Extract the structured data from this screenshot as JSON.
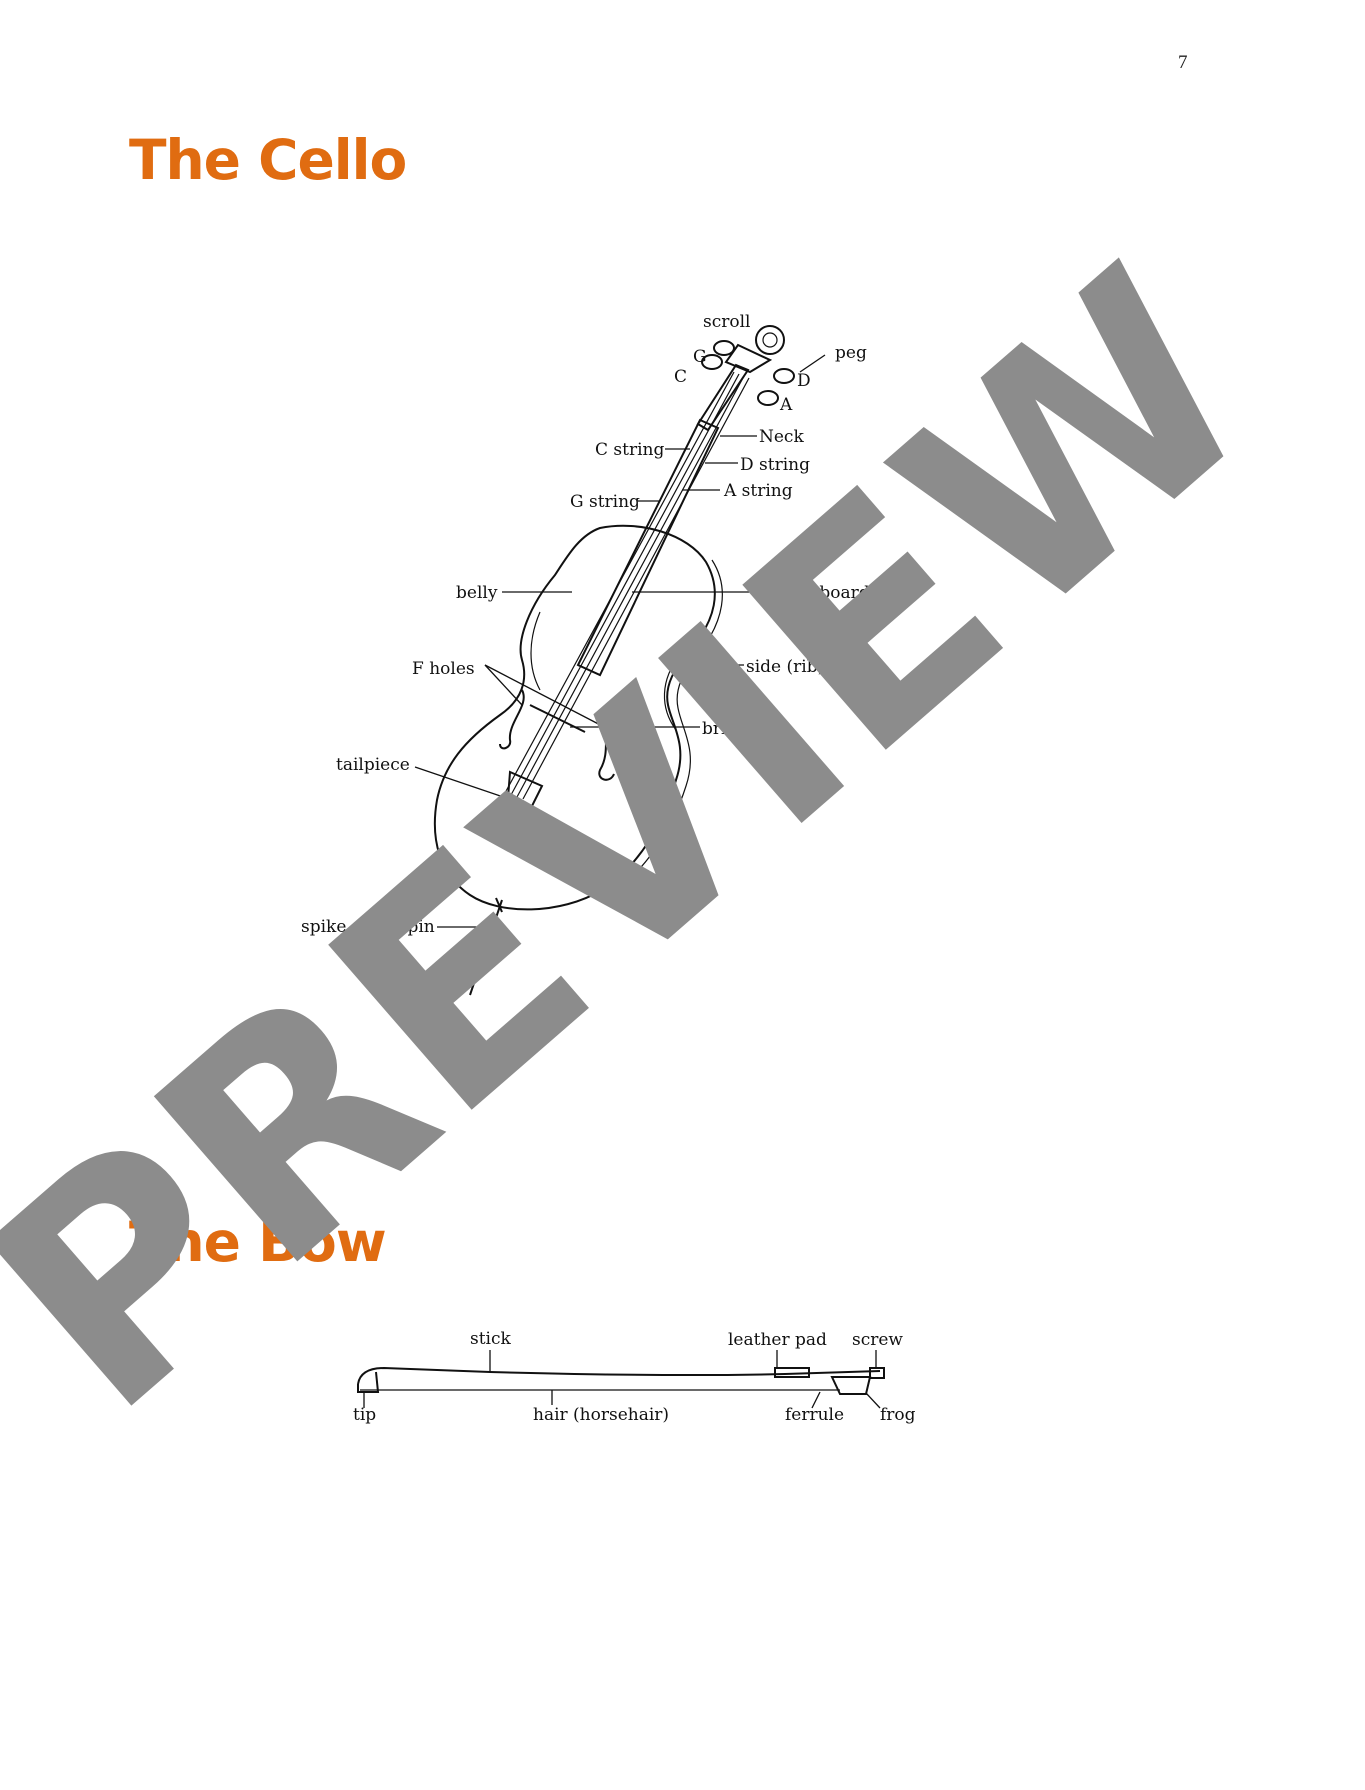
{
  "page": {
    "number": "7"
  },
  "cello_section": {
    "title": "The Cello",
    "labels": {
      "scroll": "scroll",
      "peg": "peg",
      "peg_g": "G",
      "peg_c": "C",
      "peg_d": "D",
      "peg_a": "A",
      "neck": "Neck",
      "c_string": "C string",
      "d_string": "D string",
      "g_string": "G string",
      "a_string": "A string",
      "belly": "belly",
      "fingerboard": "fingerboard",
      "f_holes": "F holes",
      "side": "side (rib)",
      "bridge": "bridge",
      "tailpiece": "tailpiece",
      "spike": "spike or endpin"
    }
  },
  "bow_section": {
    "title": "The Bow",
    "labels": {
      "stick": "stick",
      "leather_pad": "leather pad",
      "screw": "screw",
      "tip": "tip",
      "hair": "hair (horsehair)",
      "ferrule": "ferrule",
      "frog": "frog"
    }
  },
  "watermark": {
    "text": "PREVIEW",
    "color": "#8c8c8c"
  },
  "colors": {
    "heading": "#e06c11"
  }
}
